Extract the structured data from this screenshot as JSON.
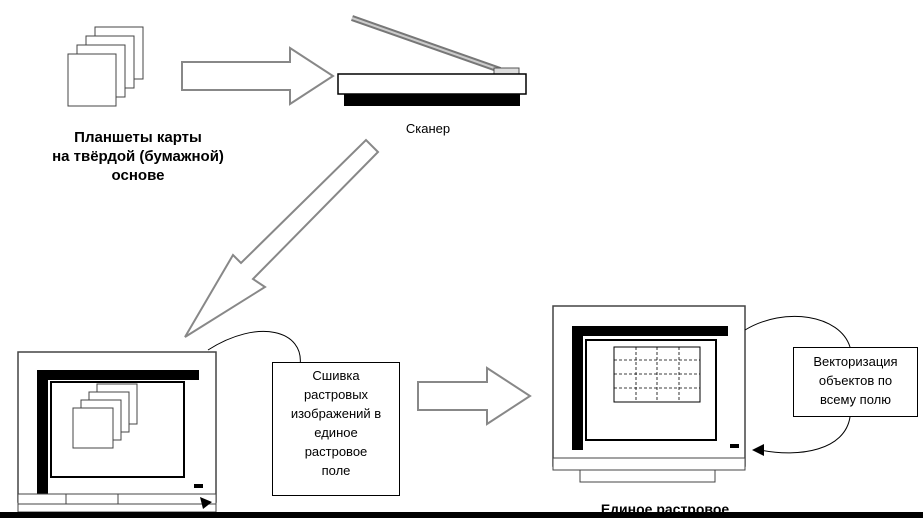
{
  "labels": {
    "sheets": "Планшеты карты\nна твёрдой (бумажной)\nоснове",
    "scanner": "Сканер",
    "stitching": "Сшивка\nрастровых\nизображений в\nединое\nрастровое\nполе",
    "vectorization": "Векторизация\nобъектов по\nвсему полю",
    "single_raster": "Единое растровое"
  },
  "icons": [
    "paper-stack-icon",
    "scanner-icon",
    "computer-monitor-icon"
  ],
  "colors": {
    "ink": "#000000",
    "paper": "#ffffff",
    "arrow_outline": "#888888"
  }
}
